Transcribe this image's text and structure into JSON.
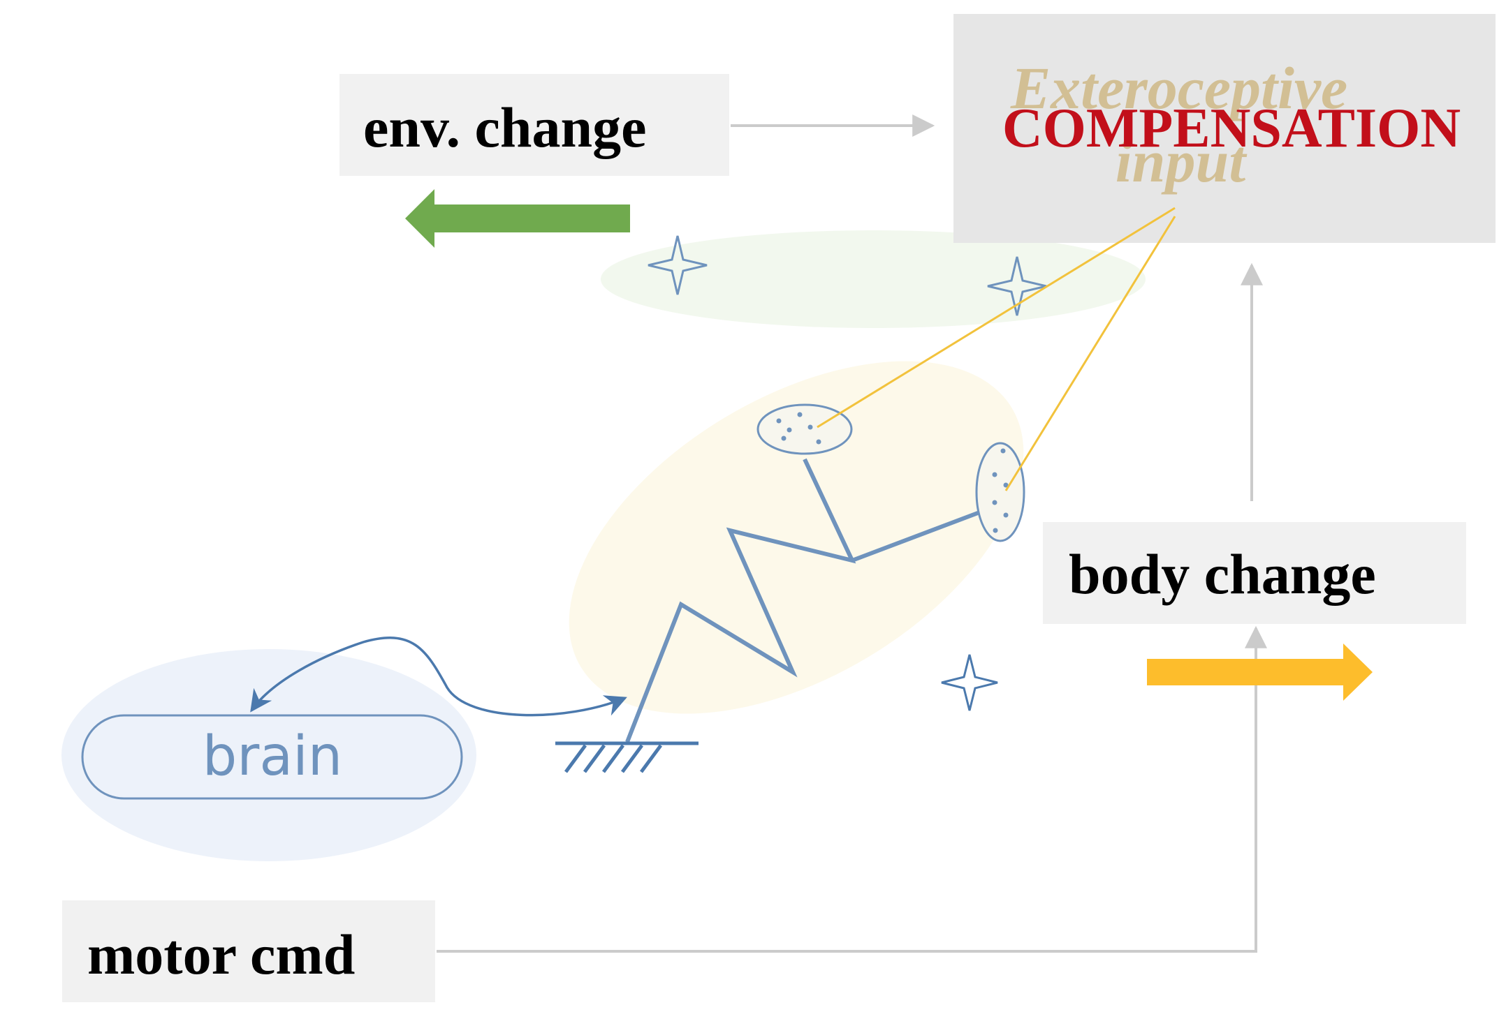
{
  "labels": {
    "env_change": "env. change",
    "exteroceptive_line1": "Exteroceptive",
    "exteroceptive_line2": "input",
    "compensation": "COMPENSATION",
    "body_change": "body change",
    "brain": "brain",
    "motor_cmd": "motor cmd"
  },
  "colors": {
    "box_fill": "#f1f1f1",
    "compensation_box_fill": "#e6e6e6",
    "connector_gray": "#cbcbcb",
    "env_arrow_green": "#70aa4e",
    "body_arrow_yellow": "#fdbd2c",
    "robot_blue": "#6f93bd",
    "sensor_line_yellow": "#f2c23c",
    "compensation_red": "#c20f1a",
    "exteroceptive_tan": "#d2bf94"
  },
  "icons": {
    "env_arrow": "left-arrow-icon",
    "body_arrow": "right-arrow-icon",
    "stars": "four-point-star-icon",
    "ground": "ground-hatch-icon"
  }
}
